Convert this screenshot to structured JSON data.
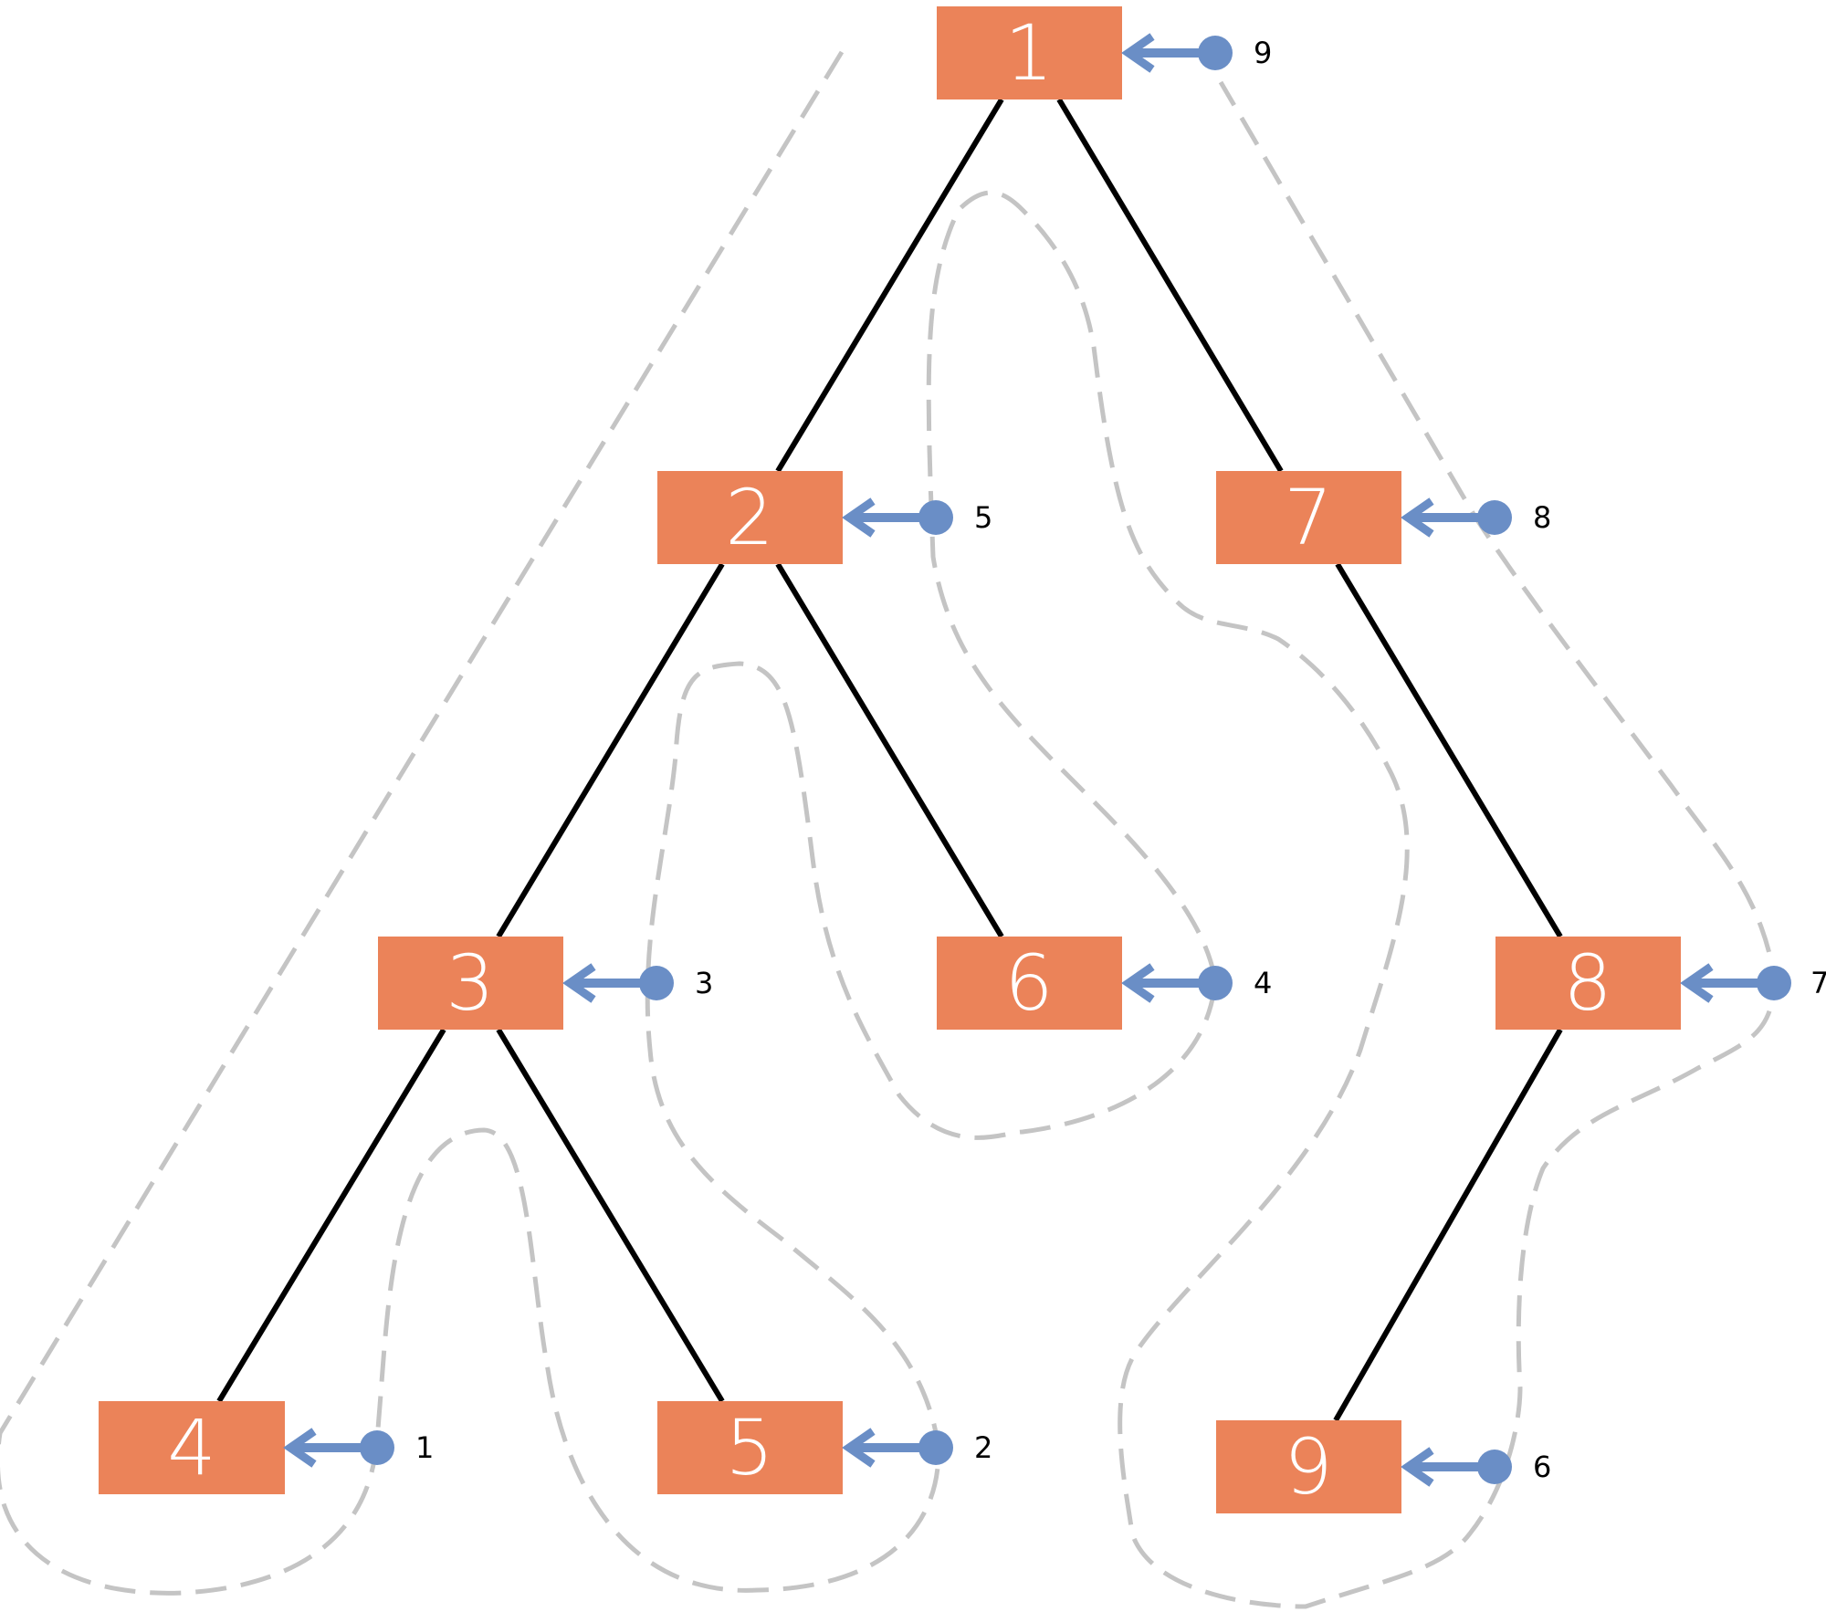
{
  "diagram": {
    "nodes": [
      {
        "id": "1",
        "label": "1",
        "order": "9"
      },
      {
        "id": "2",
        "label": "2",
        "order": "5"
      },
      {
        "id": "7",
        "label": "7",
        "order": "8"
      },
      {
        "id": "3",
        "label": "3",
        "order": "3"
      },
      {
        "id": "6",
        "label": "6",
        "order": "4"
      },
      {
        "id": "8",
        "label": "8",
        "order": "7"
      },
      {
        "id": "4",
        "label": "4",
        "order": "1"
      },
      {
        "id": "5",
        "label": "5",
        "order": "2"
      },
      {
        "id": "9",
        "label": "9",
        "order": "6"
      }
    ],
    "edges": [
      {
        "from": "1",
        "to": "2"
      },
      {
        "from": "1",
        "to": "7"
      },
      {
        "from": "2",
        "to": "3"
      },
      {
        "from": "2",
        "to": "6"
      },
      {
        "from": "3",
        "to": "4"
      },
      {
        "from": "3",
        "to": "5"
      },
      {
        "from": "7",
        "to": "8"
      },
      {
        "from": "8",
        "to": "9"
      }
    ],
    "colors": {
      "node": "#eb8359",
      "node_text": "#ffffff",
      "arrow": "#6a8ec6",
      "trace": "#c4c4c4",
      "edge": "#000000"
    }
  }
}
